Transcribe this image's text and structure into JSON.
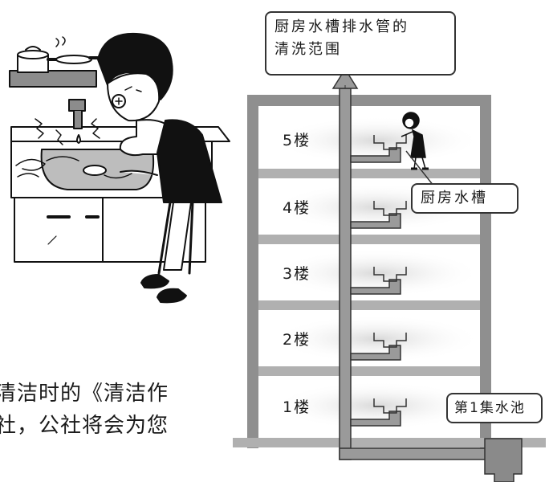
{
  "diagram": {
    "title_box": {
      "line1": "厨房水槽排水管的",
      "line2": "清洗范围"
    },
    "floors": [
      "5楼",
      "4楼",
      "3楼",
      "2楼",
      "1楼"
    ],
    "sink_label": "厨房水槽",
    "tank_label": "第1集水池"
  },
  "body_text": {
    "line1": "清洁时的《清洁作",
    "line2": "社，公社将会为您"
  }
}
